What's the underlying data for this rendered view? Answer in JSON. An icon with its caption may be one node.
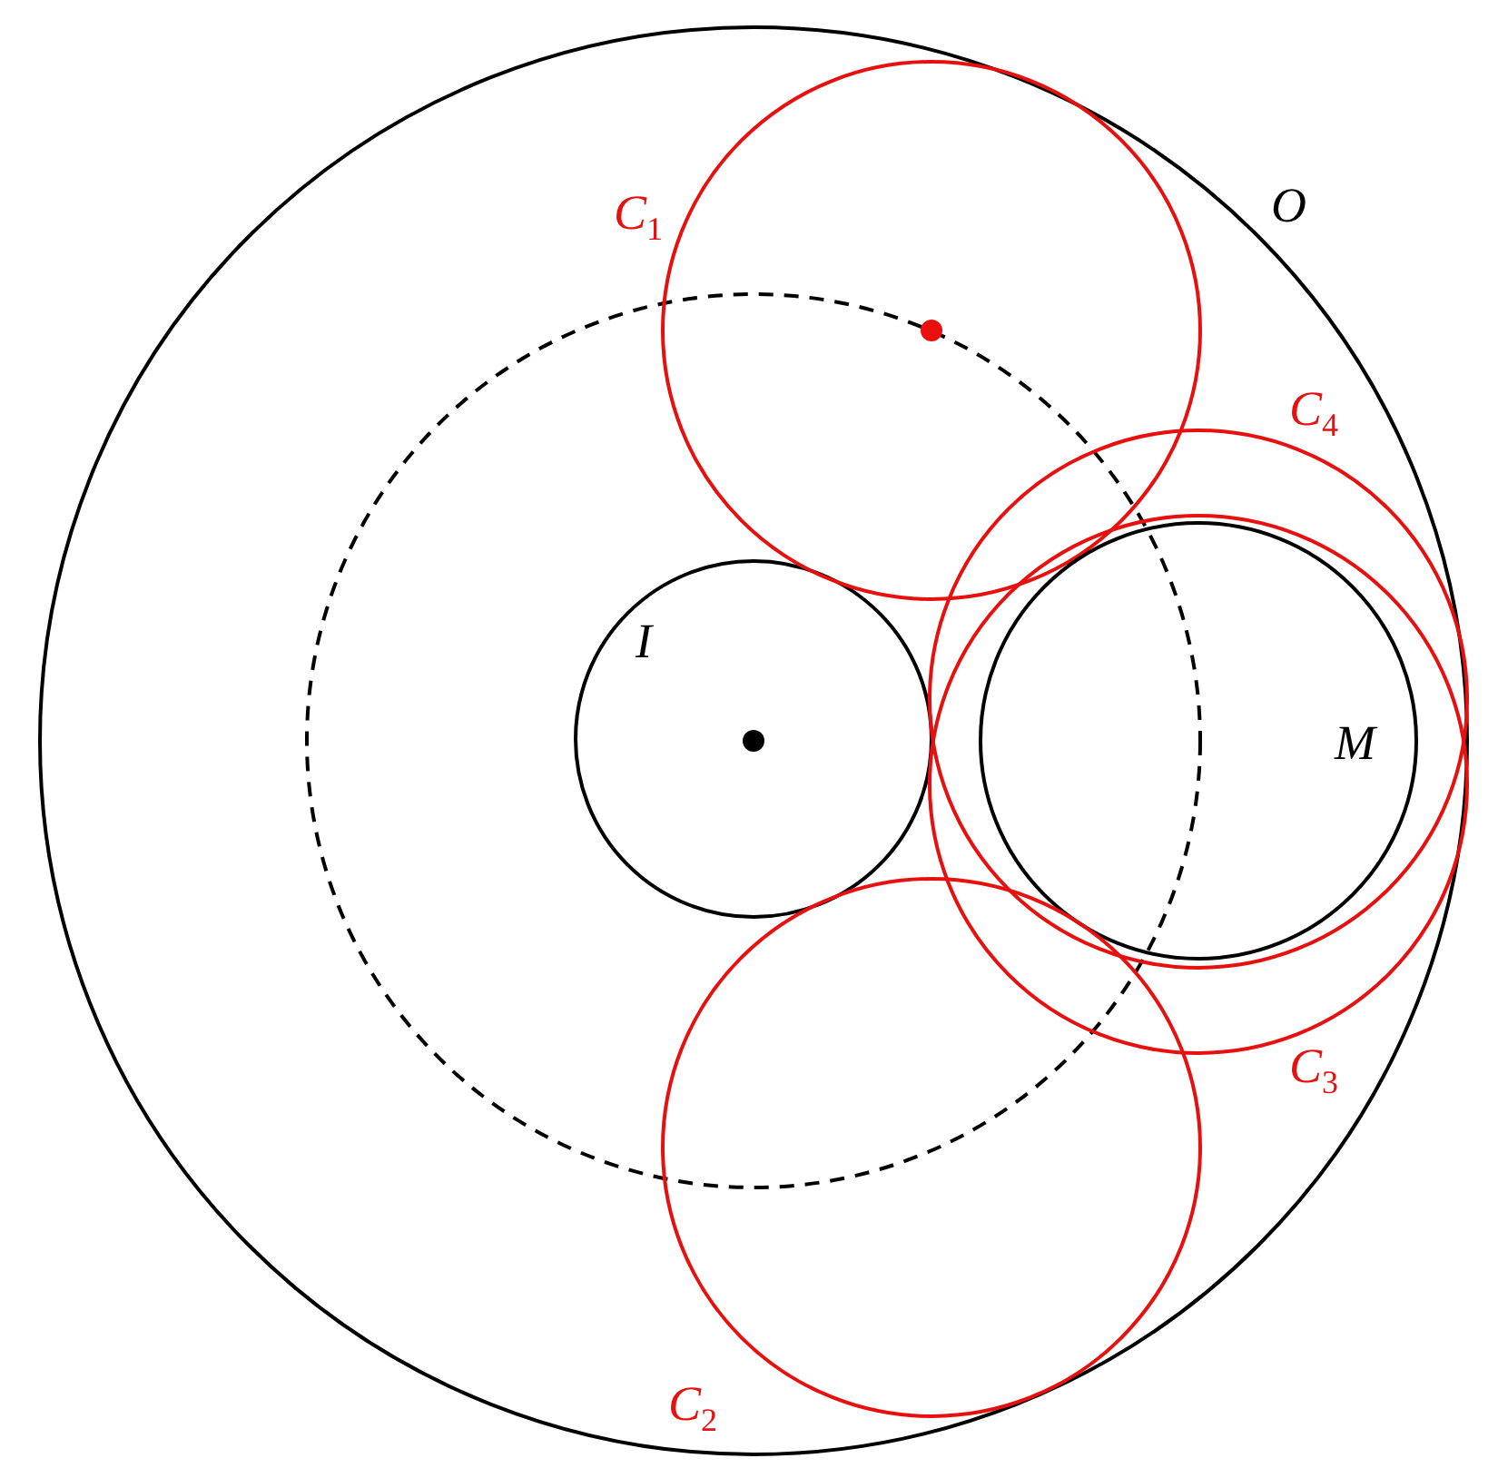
{
  "diagram": {
    "nodes": [
      {
        "text": [
          "O"
        ]
      },
      {
        "text": [],
        "shape": "circle",
        "in": 0
      },
      {
        "text": [
          "I"
        ],
        "in": 1
      },
      {
        "text": [
          "C$_{1}$"
        ],
        "in": 0
      },
      {
        "text": [
          "C$_{4}$"
        ],
        "in": 0
      },
      {
        "text": [
          "M"
        ],
        "in": 4
      },
      {
        "text": [
          "C$_{3}$"
        ],
        "in": 0
      },
      {
        "text": [
          "C$_{2}$"
        ],
        "in": 0
      }
    ]
  }
}
